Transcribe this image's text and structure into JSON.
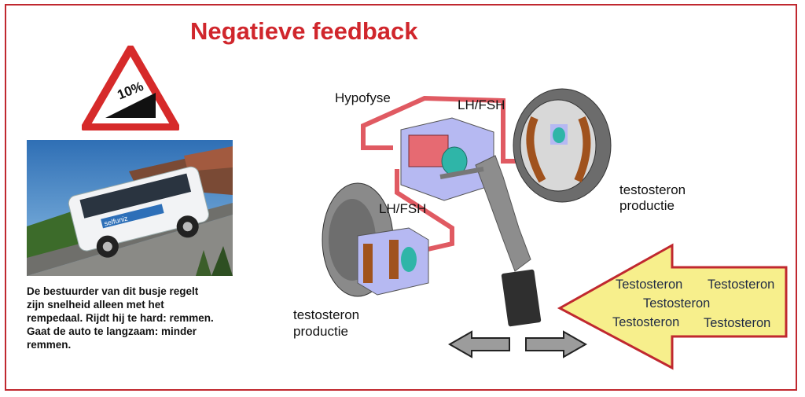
{
  "title": "Negatieve feedback",
  "sign": {
    "text": "10%",
    "icon": "steep-hill-warning-icon"
  },
  "photo": {
    "van_text": "selfuniz",
    "icon": "minibus-on-slope-photo"
  },
  "caption_lines": [
    "De bestuurder van dit busje regelt",
    "zijn snelheid alleen met het",
    "rempedaal. Rijdt hij te hard: remmen.",
    "Gaat de auto te langzaam: minder",
    "remmen."
  ],
  "labels": {
    "hypofyse": "Hypofyse",
    "lhfsh_top": "LH/FSH",
    "lhfsh_bottom": "LH/FSH",
    "testosteron_right": "testosteron",
    "productie_right": "productie",
    "testosteron_left": "testosteron",
    "productie_left": "productie"
  },
  "arrow_words": [
    "Testosteron",
    "Testosteron",
    "Testosteron",
    "Testosteron",
    "Testosteron"
  ],
  "colors": {
    "accent": "#d0262c",
    "frame": "#c0282f",
    "tube": "#e0505a",
    "arrow_fill": "#f7ef8c",
    "arrow_stroke": "#c0282f",
    "cylinder": "#aab0f0",
    "piston": "#2fb5a8",
    "brake_pad": "#a0521d",
    "drum": "#6c6c6c"
  }
}
